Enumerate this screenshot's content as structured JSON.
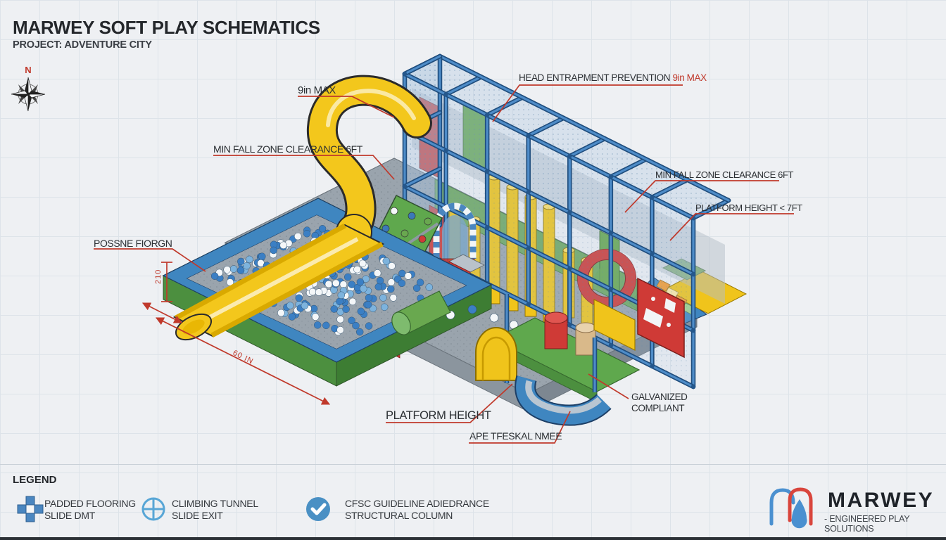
{
  "header": {
    "title": "MARWEY SOFT PLAY SCHEMATICS",
    "subtitle": "PROJECT: ADVENTURE CITY"
  },
  "compass": {
    "north_label": "N"
  },
  "annotations": {
    "slide_diameter": "9in MAX",
    "head_entrapment_label": "HEAD ENTRAPMENT PREVENTION",
    "head_entrapment_value": "9in MAX",
    "fall_zone_left": "MIN FALL ZONE CLEARANCE 6FT",
    "fall_zone_right": "MIN FALL ZONE CLEARANCE 6FT",
    "platform_height_max": "PLATFORM HEIGHT < 7FT",
    "padded_flooring": "POSSNE FIORGN",
    "platform_height": "PLATFORM HEIGHT",
    "age_note": "APE TFESKAL NMEE",
    "galvanized_line1": "GALVANIZED",
    "galvanized_line2": "COMPLIANT",
    "dim_height": "210",
    "dim_length": "60 IN"
  },
  "legend": {
    "heading": "LEGEND",
    "items": [
      {
        "line1": "PADDED FLOORING",
        "line2": "SLIDE DMT"
      },
      {
        "line1": "CLIMBING TUNNEL",
        "line2": "SLIDE EXIT"
      },
      {
        "line1": "CFSC GUIDELINE ADIEDRANCE",
        "line2": "STRUCTURAL COLUMN"
      }
    ]
  },
  "logo": {
    "name": "MARWEY",
    "tagline": "- ENGINEERED PLAY SOLUTIONS"
  },
  "colors": {
    "annotation_red": "#c0392b",
    "frame_blue": "#3f86c0",
    "slide_yellow": "#f3c71c",
    "padding_green": "#5fa84d",
    "alert_red": "#cf3a36",
    "platform_gray": "#99a3ad"
  }
}
